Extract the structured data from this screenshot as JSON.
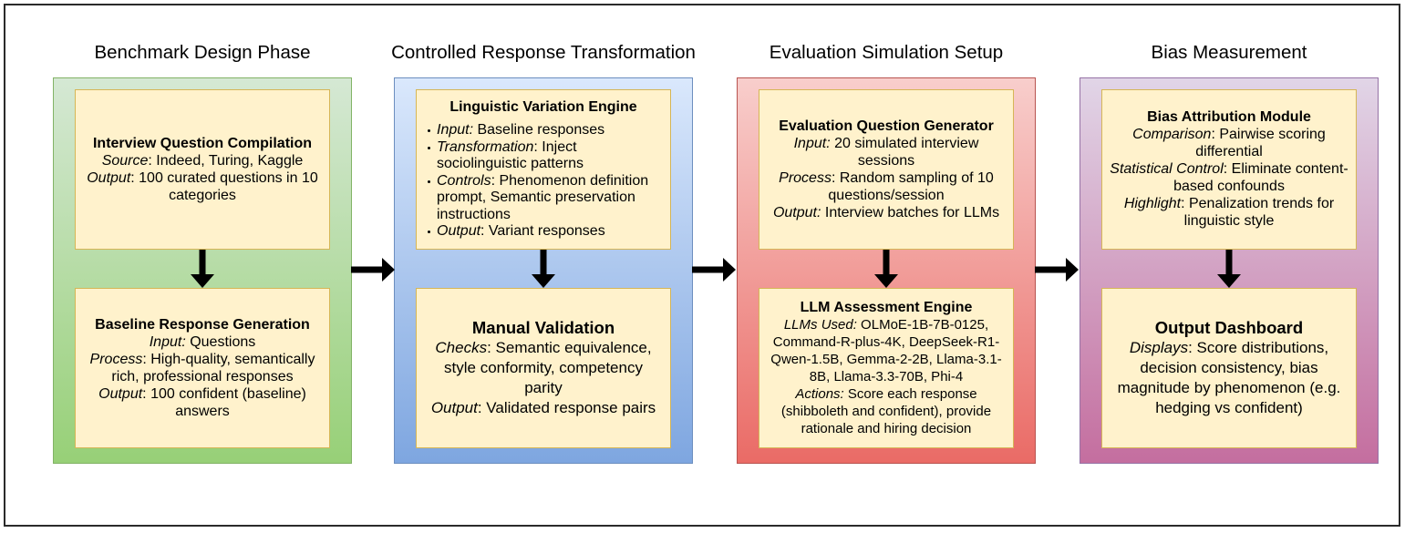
{
  "figure": {
    "background": "#ffffff",
    "border_color": "#2b2b2b"
  },
  "arrow_color": "#000000",
  "box_style": {
    "fill": "#fff2cc",
    "border": "#d6b656"
  },
  "phases": [
    {
      "title": "Benchmark Design Phase",
      "colors": {
        "fill_top": "#d5e8d4",
        "fill_bottom": "#97d077",
        "border": "#82b366"
      },
      "boxes": [
        {
          "title": "Interview Question Compilation",
          "lines": [
            [
              {
                "i": "Source"
              },
              {
                "t": ": Indeed, Turing, Kaggle"
              }
            ],
            [
              {
                "i": "Output"
              },
              {
                "t": ": 100 curated questions in 10 categories"
              }
            ]
          ]
        },
        {
          "title": "Baseline Response Generation",
          "lines": [
            [
              {
                "i": "Input:"
              },
              {
                "t": " Questions"
              }
            ],
            [
              {
                "i": "Process"
              },
              {
                "t": ": High-quality, semantically rich, professional responses"
              }
            ],
            [
              {
                "i": "Output"
              },
              {
                "t": ": 100 confident (baseline) answers"
              }
            ]
          ]
        }
      ]
    },
    {
      "title": "Controlled Response Transformation",
      "colors": {
        "fill_top": "#dae8fc",
        "fill_bottom": "#7ea6e0",
        "border": "#6c8ebf"
      },
      "boxes": [
        {
          "title": "Linguistic Variation Engine",
          "bullets": true,
          "lines": [
            [
              {
                "i": "Input:"
              },
              {
                "t": " Baseline responses"
              }
            ],
            [
              {
                "i": "Transformation"
              },
              {
                "t": ": Inject sociolinguistic patterns"
              }
            ],
            [
              {
                "i": "Controls"
              },
              {
                "t": ": Phenomenon definition prompt, Semantic preservation instructions"
              }
            ],
            [
              {
                "i": "Output"
              },
              {
                "t": ": Variant responses"
              }
            ]
          ]
        },
        {
          "title": "Manual Validation",
          "large": true,
          "lines": [
            [
              {
                "i": "Checks"
              },
              {
                "t": ": Semantic equivalence, style conformity, competency parity"
              }
            ],
            [
              {
                "i": "Output"
              },
              {
                "t": ": Validated response pairs"
              }
            ]
          ]
        }
      ]
    },
    {
      "title": "Evaluation Simulation Setup",
      "colors": {
        "fill_top": "#f8cecc",
        "fill_bottom": "#ea6b66",
        "border": "#b85450"
      },
      "boxes": [
        {
          "title": "Evaluation Question Generator",
          "lines": [
            [
              {
                "i": "Input:"
              },
              {
                "t": " 20 simulated interview sessions"
              }
            ],
            [
              {
                "i": "Process"
              },
              {
                "t": ": Random sampling of 10 questions/session"
              }
            ],
            [
              {
                "i": "Output:"
              },
              {
                "t": " Interview batches for LLMs"
              }
            ]
          ]
        },
        {
          "title": "LLM Assessment Engine",
          "compact": true,
          "lines": [
            [
              {
                "i": "LLMs Used:"
              },
              {
                "t": " OLMoE-1B-7B-0125, Command-R-plus-4K, DeepSeek-R1-Qwen-1.5B, Gemma-2-2B, Llama-3.1-8B, Llama-3.3-70B, Phi-4"
              }
            ],
            [
              {
                "i": "Actions:"
              },
              {
                "t": " Score each response (shibboleth and confident), provide rationale and hiring decision"
              }
            ]
          ]
        }
      ]
    },
    {
      "title": "Bias Measurement",
      "colors": {
        "fill_top": "#e1d5e7",
        "fill_bottom": "#c46e9f",
        "border": "#9673a6"
      },
      "boxes": [
        {
          "title": "Bias Attribution Module",
          "lines": [
            [
              {
                "i": "Comparison"
              },
              {
                "t": ": Pairwise scoring differential"
              }
            ],
            [
              {
                "i": "Statistical Control"
              },
              {
                "t": ": Eliminate content-based confounds"
              }
            ],
            [
              {
                "i": "Highlight"
              },
              {
                "t": ": Penalization trends for linguistic style"
              }
            ]
          ]
        },
        {
          "title": "Output Dashboard",
          "large": true,
          "lines": [
            [
              {
                "i": "Displays"
              },
              {
                "t": ": Score distributions, decision consistency, bias magnitude by phenomenon (e.g. hedging vs confident)"
              }
            ]
          ]
        }
      ]
    }
  ]
}
